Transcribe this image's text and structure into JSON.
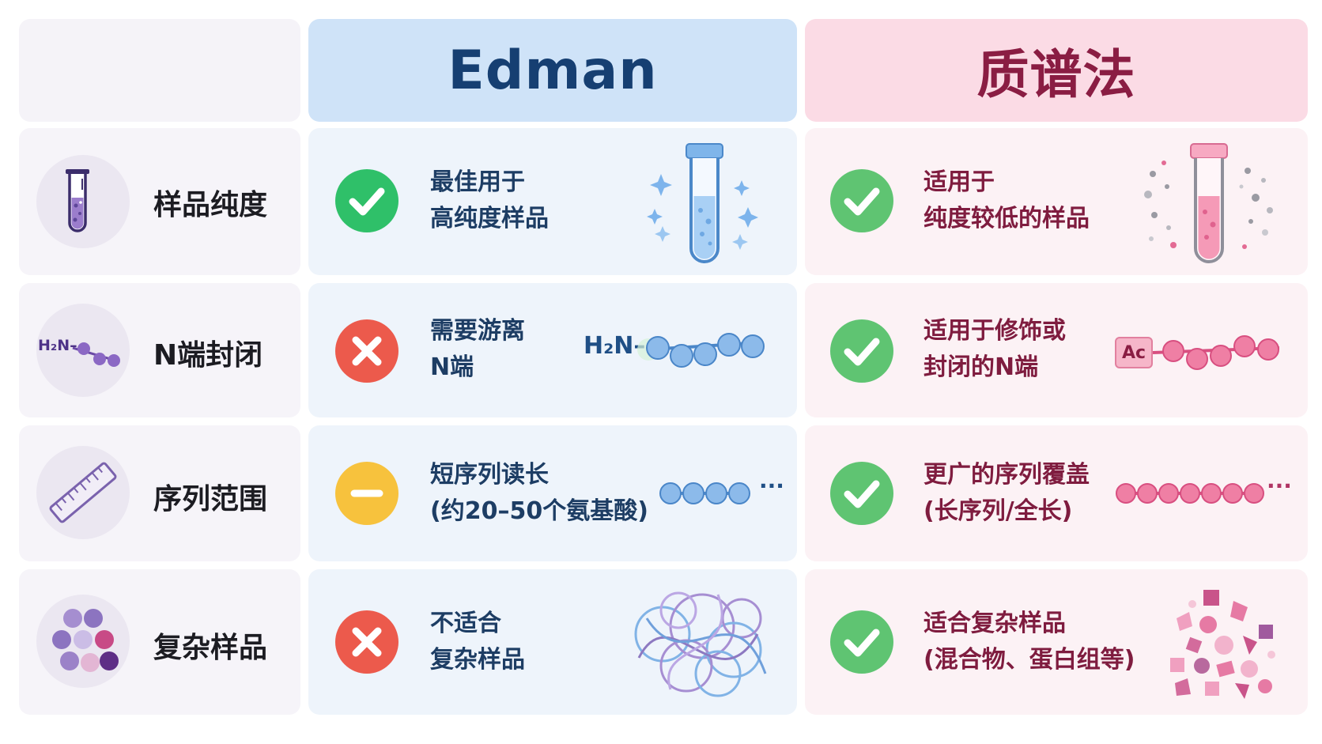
{
  "header": {
    "edman": "Edman",
    "mass_spec": "质谱法"
  },
  "rows": [
    {
      "category": "样品纯度",
      "category_icon": "test-tube-icon",
      "edman": {
        "status": "check",
        "line1": "最佳用于",
        "line2": "高纯度样品"
      },
      "ms": {
        "status": "check",
        "line1": "适用于",
        "line2": "纯度较低的样品"
      }
    },
    {
      "category": "N端封闭",
      "category_icon": "peptide-chain-icon",
      "category_icon_text": "H₂N–",
      "edman": {
        "status": "cross",
        "line1": "需要游离",
        "line2": "N端",
        "illus_text": "H₂N–"
      },
      "ms": {
        "status": "check",
        "line1": "适用于修饰或",
        "line2": "封闭的N端",
        "illus_text": "Ac"
      }
    },
    {
      "category": "序列范围",
      "category_icon": "ruler-icon",
      "edman": {
        "status": "partial",
        "line1": "短序列读长",
        "line2": "(约20–50个氨基酸)",
        "illus_text": "···"
      },
      "ms": {
        "status": "check",
        "line1": "更广的序列覆盖",
        "line2": "(长序列/全长)",
        "illus_text": "···"
      }
    },
    {
      "category": "复杂样品",
      "category_icon": "mixture-dots-icon",
      "edman": {
        "status": "cross",
        "line1": "不适合",
        "line2": "复杂样品"
      },
      "ms": {
        "status": "check",
        "line1": "适合复杂样品",
        "line2": "(混合物、蛋白组等)"
      }
    }
  ],
  "colors": {
    "check": "#41c46e",
    "cross": "#ec5a4c",
    "partial": "#f7c23d",
    "edman_header": "#cfe3f8",
    "ms_header": "#fbdbe5",
    "edman_title": "#163f72",
    "ms_title": "#8a1d43"
  }
}
